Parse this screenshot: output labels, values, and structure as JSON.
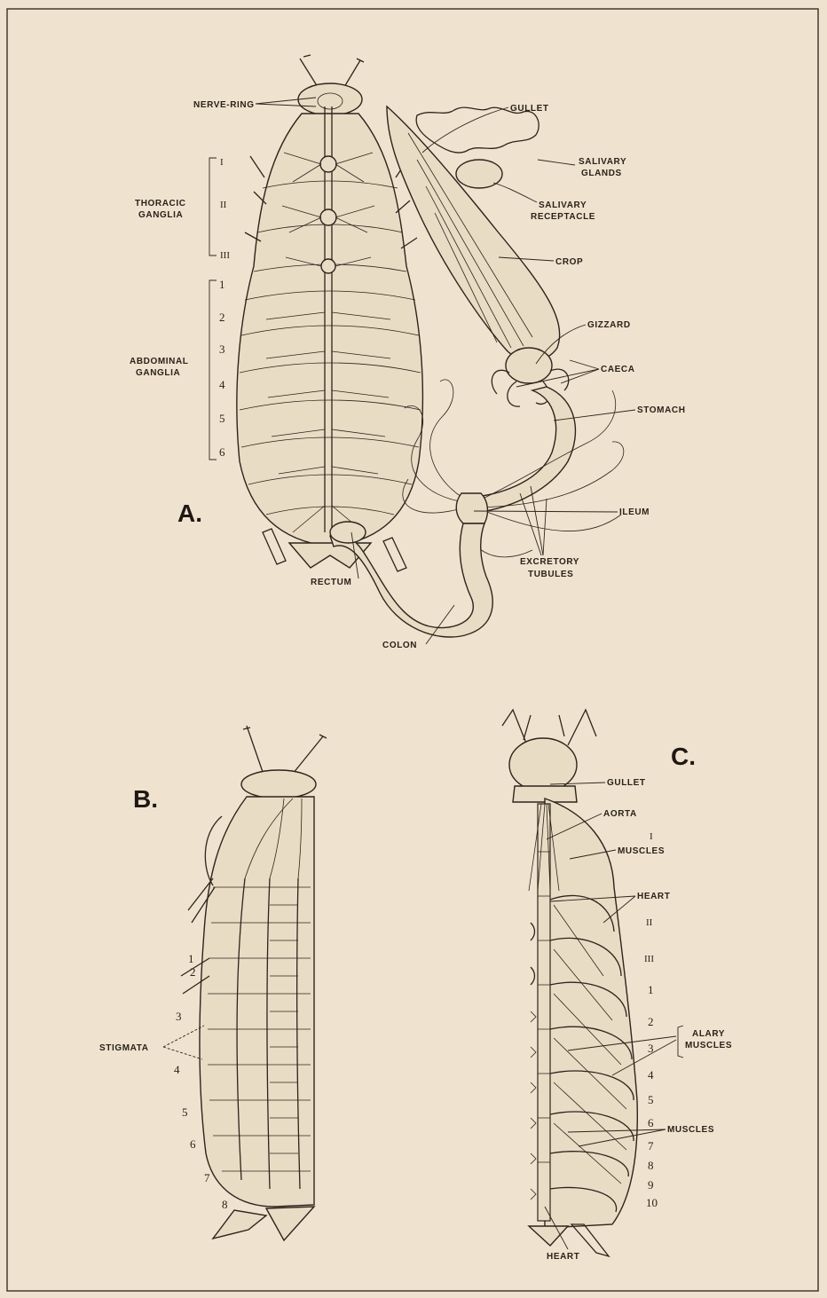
{
  "panels": {
    "a": {
      "letter": "A.",
      "labels": {
        "nerve_ring": "NERVE-RING",
        "gullet": "GULLET",
        "salivary_glands_1": "SALIVARY",
        "salivary_glands_2": "GLANDS",
        "salivary_receptacle_1": "SALIVARY",
        "salivary_receptacle_2": "RECEPTACLE",
        "crop": "CROP",
        "gizzard": "GIZZARD",
        "caeca": "CAECA",
        "stomach": "STOMACH",
        "ileum": "ILEUM",
        "excretory_tubules_1": "EXCRETORY",
        "excretory_tubules_2": "TUBULES",
        "colon": "COLON",
        "rectum": "RECTUM",
        "thoracic_ganglia_1": "THORACIC",
        "thoracic_ganglia_2": "GANGLIA",
        "abdominal_ganglia_1": "ABDOMINAL",
        "abdominal_ganglia_2": "GANGLIA"
      },
      "thoracic_numerals": [
        "I",
        "II",
        "III"
      ],
      "abdominal_numerals": [
        "1",
        "2",
        "3",
        "4",
        "5",
        "6"
      ]
    },
    "b": {
      "letter": "B.",
      "labels": {
        "stigmata": "STIGMATA"
      },
      "segment_numbers": [
        "1",
        "2",
        "3",
        "4",
        "5",
        "6",
        "7",
        "8"
      ]
    },
    "c": {
      "letter": "C.",
      "labels": {
        "gullet": "GULLET",
        "aorta": "AORTA",
        "muscles_top": "MUSCLES",
        "heart_top": "HEART",
        "alary_muscles_1": "ALARY",
        "alary_muscles_2": "MUSCLES",
        "muscles_lower": "MUSCLES",
        "heart_bottom": "HEART"
      },
      "thoracic_numerals": [
        "I",
        "II",
        "III"
      ],
      "segment_numbers": [
        "1",
        "2",
        "3",
        "4",
        "5",
        "6",
        "7",
        "8",
        "9",
        "10"
      ]
    }
  },
  "colors": {
    "paper": "#efe3cf",
    "ink": "#2d241c"
  }
}
